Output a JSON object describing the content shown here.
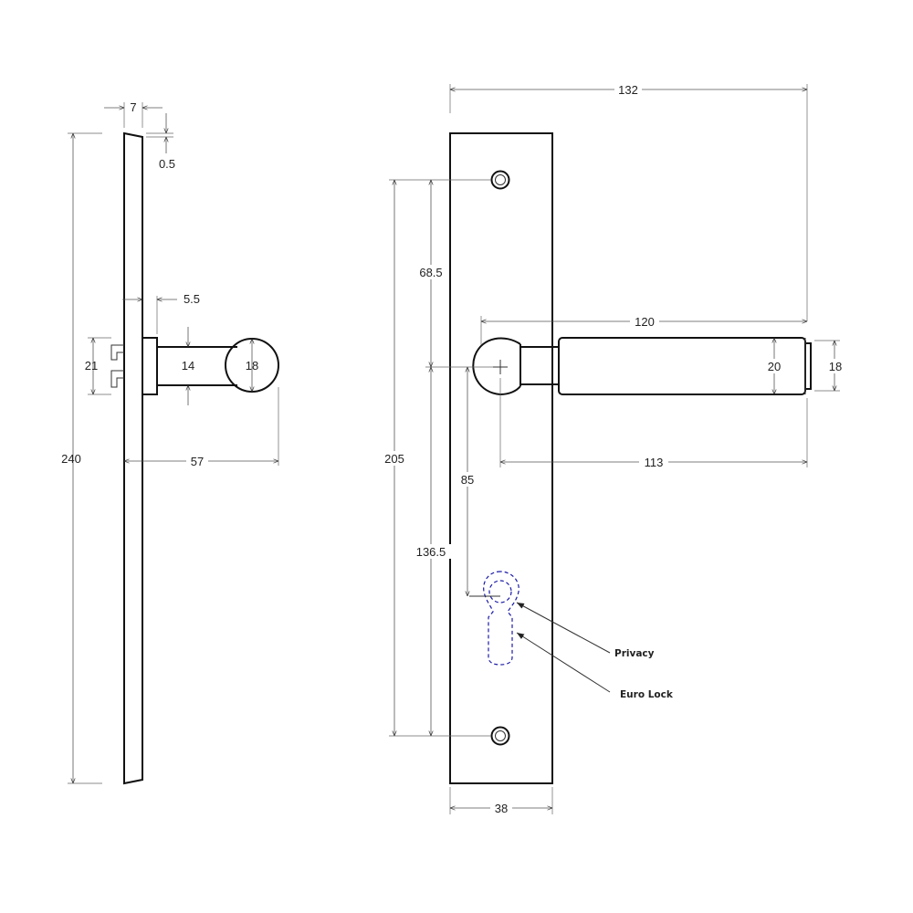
{
  "side_view": {
    "dims": {
      "plate_thickness": "7",
      "taper": "0.5",
      "height": "240",
      "rose_projection": "5.5",
      "lever_depth": "14",
      "grip_diameter": "18",
      "fixing_height": "21",
      "projection": "57"
    }
  },
  "front_view": {
    "dims": {
      "overall_width": "132",
      "plate_width": "38",
      "fixing_centres": "205",
      "top_to_spindle": "68.5",
      "spindle_to_bottom": "136.5",
      "centres": "85",
      "lever_length": "120",
      "grip_length": "113",
      "grip_diameter": "20",
      "end_diameter": "18"
    },
    "labels": {
      "privacy": "Privacy",
      "euro_lock": "Euro Lock"
    },
    "colors": {
      "cutout_outline": "#1a1aa8"
    }
  }
}
